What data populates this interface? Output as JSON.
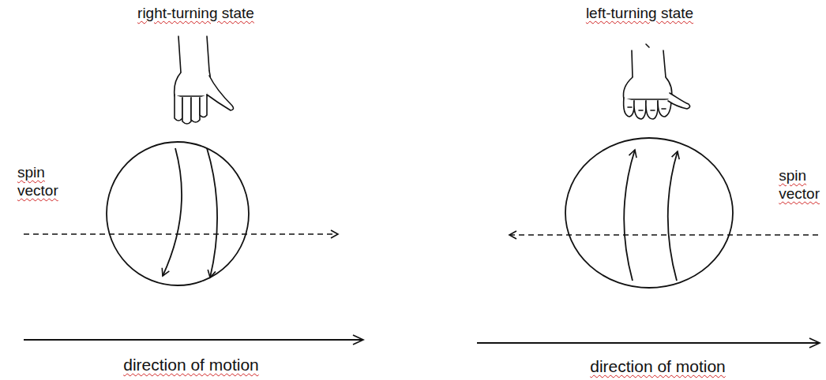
{
  "diagram": {
    "labels": [
      "right-turning state",
      "spin vector",
      "direction of motion",
      "left-turning state",
      "spin vector",
      "direction of motion"
    ]
  }
}
